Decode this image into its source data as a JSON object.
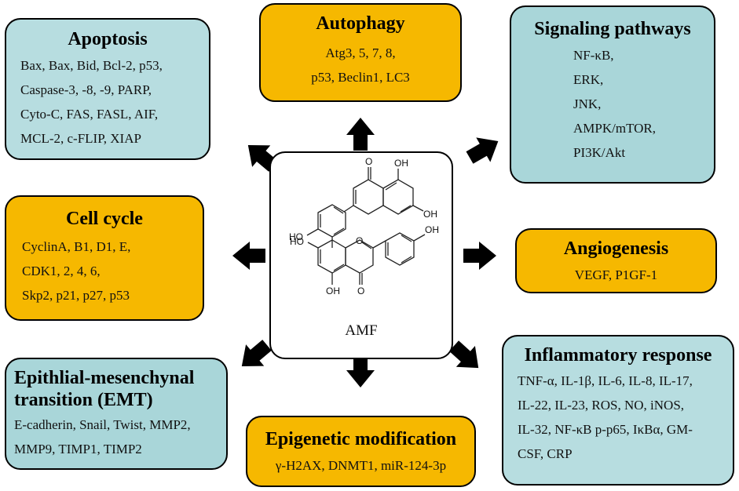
{
  "center": {
    "label": "AMF",
    "oh_label": "OH",
    "ho_label": "HO",
    "o_label": "O"
  },
  "apoptosis": {
    "title": "Apoptosis",
    "lines": [
      "Bax, Bax, Bid, Bcl-2, p53,",
      "Caspase-3, -8, -9, PARP,",
      "Cyto-C, FAS, FASL, AIF,",
      "MCL-2, c-FLIP, XIAP"
    ]
  },
  "autophagy": {
    "title": "Autophagy",
    "lines": [
      "Atg3, 5, 7, 8,",
      "p53, Beclin1, LC3"
    ]
  },
  "signaling": {
    "title": "Signaling pathways",
    "lines": [
      "NF-κB,",
      "ERK,",
      "JNK,",
      "AMPK/mTOR,",
      "PI3K/Akt"
    ]
  },
  "cell_cycle": {
    "title": "Cell cycle",
    "lines": [
      "CyclinA, B1, D1, E,",
      "CDK1, 2, 4, 6,",
      "Skp2, p21, p27, p53"
    ]
  },
  "angiogenesis": {
    "title": "Angiogenesis",
    "lines": [
      "VEGF, P1GF-1"
    ]
  },
  "emt": {
    "title_lines": [
      "Epithlial-mesenchynal",
      "transition (EMT)"
    ],
    "lines": [
      "E-cadherin, Snail, Twist, MMP2,",
      "MMP9, TIMP1, TIMP2"
    ]
  },
  "epigenetic": {
    "title": "Epigenetic modification",
    "lines": [
      "γ-H2AX, DNMT1, miR-124-3p"
    ]
  },
  "inflammatory": {
    "title": "Inflammatory response",
    "lines": [
      "TNF-α, IL-1β, IL-6, IL-8, IL-17,",
      "IL-22, IL-23, ROS, NO, iNOS,",
      "IL-32, NF-κB p-p65, IκBα, GM-",
      "CSF, CRP"
    ]
  },
  "colors": {
    "teal": "#b7dde0",
    "orange": "#f6b800",
    "arrow": "#000000"
  }
}
